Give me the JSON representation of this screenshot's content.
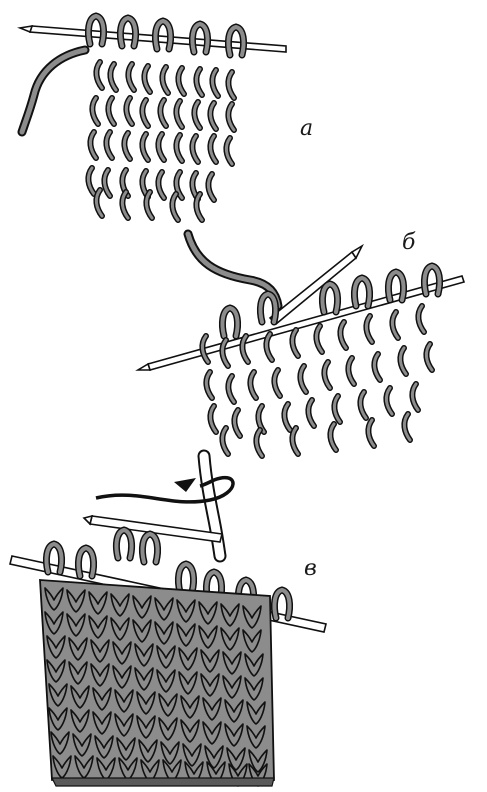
{
  "figure": {
    "panels": [
      {
        "id": "a",
        "label": "a"
      },
      {
        "id": "b",
        "label": "б"
      },
      {
        "id": "c",
        "label": "в"
      }
    ]
  },
  "colors": {
    "yarn_fill": "#8c8c8c",
    "yarn_outline": "#111111",
    "needle_fill": "#ffffff",
    "background": "#ffffff"
  }
}
